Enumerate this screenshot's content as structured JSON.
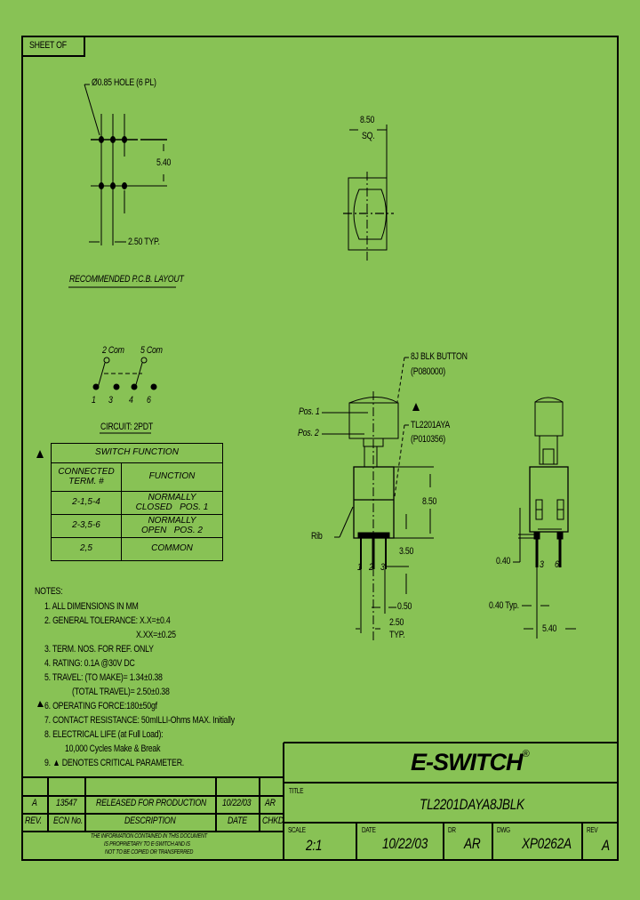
{
  "sheet": {
    "label": "SHEET  OF"
  },
  "pcb_layout": {
    "hole_callout": "Ø0.85 HOLE (6 PL)",
    "vertical_dim": "5.40",
    "pitch_dim": "2.50 TYP.",
    "title": "RECOMMENDED P.C.B. LAYOUT"
  },
  "top_view": {
    "dim": "8.50",
    "dim_note": "SQ."
  },
  "circuit": {
    "labels": {
      "com2": "2 Com",
      "com5": "5 Com"
    },
    "pins": [
      "1",
      "3",
      "4",
      "6"
    ],
    "title": "CIRCUIT: 2PDT"
  },
  "switch_function": {
    "critical_marker": "▲",
    "title": "SWITCH FUNCTION",
    "headers": [
      "CONNECTED TERM. #",
      "FUNCTION"
    ],
    "rows": [
      {
        "term": "2-1,5-4",
        "function": "NORMALLY CLOSED",
        "pos": "POS. 1"
      },
      {
        "term": "2-3,5-6",
        "function": "NORMALLY OPEN",
        "pos": "POS. 2"
      },
      {
        "term": "2,5",
        "function": "COMMON",
        "pos": ""
      }
    ]
  },
  "side_view": {
    "button_callout": "8J BLK BUTTON",
    "button_part": "(P080000)",
    "critical_marker": "▲",
    "switch_callout": "TL2201AYA",
    "switch_part": "(P010356)",
    "pos1": "Pos. 1",
    "pos2": "Pos. 2",
    "rib": "Rib",
    "height_dim": "8.50",
    "lead_dim": "3.50",
    "pin_labels": [
      "1",
      "2",
      "3"
    ],
    "lead_width_dim": "0.50",
    "pitch_dim": "2.50",
    "pitch_note": "TYP."
  },
  "end_view": {
    "lead_thickness_dim": "0.40",
    "lead_typ_dim": "0.40 Typ.",
    "row_spacing_dim": "5.40",
    "pin_labels": [
      "3",
      "6"
    ]
  },
  "notes": {
    "heading": "NOTES:",
    "items": [
      "1. ALL DIMENSIONS IN MM",
      "2. GENERAL TOLERANCE: X.X=±0.4",
      "X.XX=±0.25",
      "3. TERM. NOS. FOR REF. ONLY",
      "4. RATING: 0.1A @30V DC",
      "5. TRAVEL: (TO MAKE)= 1.34±0.38",
      "(TOTAL TRAVEL)= 2.50±0.38",
      "6. OPERATING FORCE:180±50gf",
      "7. CONTACT RESISTANCE: 50mILLI-Ohms MAX. Initially",
      "8. ELECTRICAL LIFE (at Full Load):",
      "10,000 Cycles Make & Break",
      "9. ▲ DENOTES CRITICAL PARAMETER."
    ],
    "critical_marker": "▲"
  },
  "revision_block": {
    "row": {
      "rev": "A",
      "ecn": "13547",
      "description": "RELEASED FOR PRODUCTION",
      "date": "10/22/03",
      "chkd": "AR"
    },
    "headers": {
      "rev": "REV.",
      "ecn": "ECN No.",
      "description": "DESCRIPTION",
      "date": "DATE",
      "chkd": "CHKD"
    },
    "proprietary": [
      "THE INFORMATION CONTAINED IN THIS DOCUMENT",
      "IS PROPRIETARY TO E-SWITCH AND IS",
      "NOT TO BE COPIED OR TRANSFERRED"
    ]
  },
  "title_block": {
    "logo": "E-SWITCH",
    "logo_reg": "®",
    "title_label": "TITLE",
    "title": "TL2201DAYA8JBLK",
    "scale_label": "SCALE",
    "scale": "2:1",
    "date_label": "DATE",
    "date": "10/22/03",
    "dr_label": "DR",
    "dr": "AR",
    "dwg_label": "DWG",
    "dwg": "XP0262A",
    "rev_label": "REV",
    "rev": "A"
  },
  "colors": {
    "background": "#88c255",
    "ink": "#000000"
  }
}
